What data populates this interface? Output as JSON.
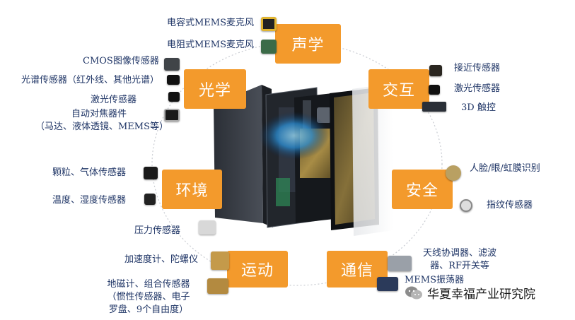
{
  "categories": {
    "acoustics": "声学",
    "optics": "光学",
    "interaction": "交互",
    "environment": "环境",
    "security": "安全",
    "motion": "运动",
    "communication": "通信"
  },
  "labels": {
    "cap_mems_mic": "电容式MEMS麦克风",
    "res_mems_mic": "电阻式MEMS麦克风",
    "cmos_sensor": "CMOS图像传感器",
    "spectral_sensor": "光谱传感器（红外线、其他光谱）",
    "laser_sensor_optics": "激光传感器",
    "autofocus_line1": "自动对焦器件",
    "autofocus_line2": "（马达、液体透镜、MEMS等）",
    "proximity_sensor": "接近传感器",
    "laser_sensor_interaction": "激光传感器",
    "touch_3d": "3D 触控",
    "particle_gas_sensor": "颗粒、气体传感器",
    "temp_humidity_sensor": "温度、湿度传感器",
    "pressure_sensor": "压力传感器",
    "face_eye_iris": "人脸/眼/虹膜识别",
    "fingerprint_sensor": "指纹传感器",
    "accel_gyro": "加速度计、陀螺仪",
    "magnetometer_line1": "地磁计、组合传感器",
    "magnetometer_line2": "（惯性传感器、电子",
    "magnetometer_line3": "罗盘、9个自由度）",
    "antenna_filter_line1": "天线协调器、滤波",
    "antenna_filter_line2": "器、RF开关等",
    "mems_oscillator": "MEMS振荡器"
  },
  "watermark": "华夏幸福产业研究院",
  "colors": {
    "category_bg": "#f39a2c",
    "label_text": "#1f3566",
    "ring": "#c9ccd2"
  }
}
